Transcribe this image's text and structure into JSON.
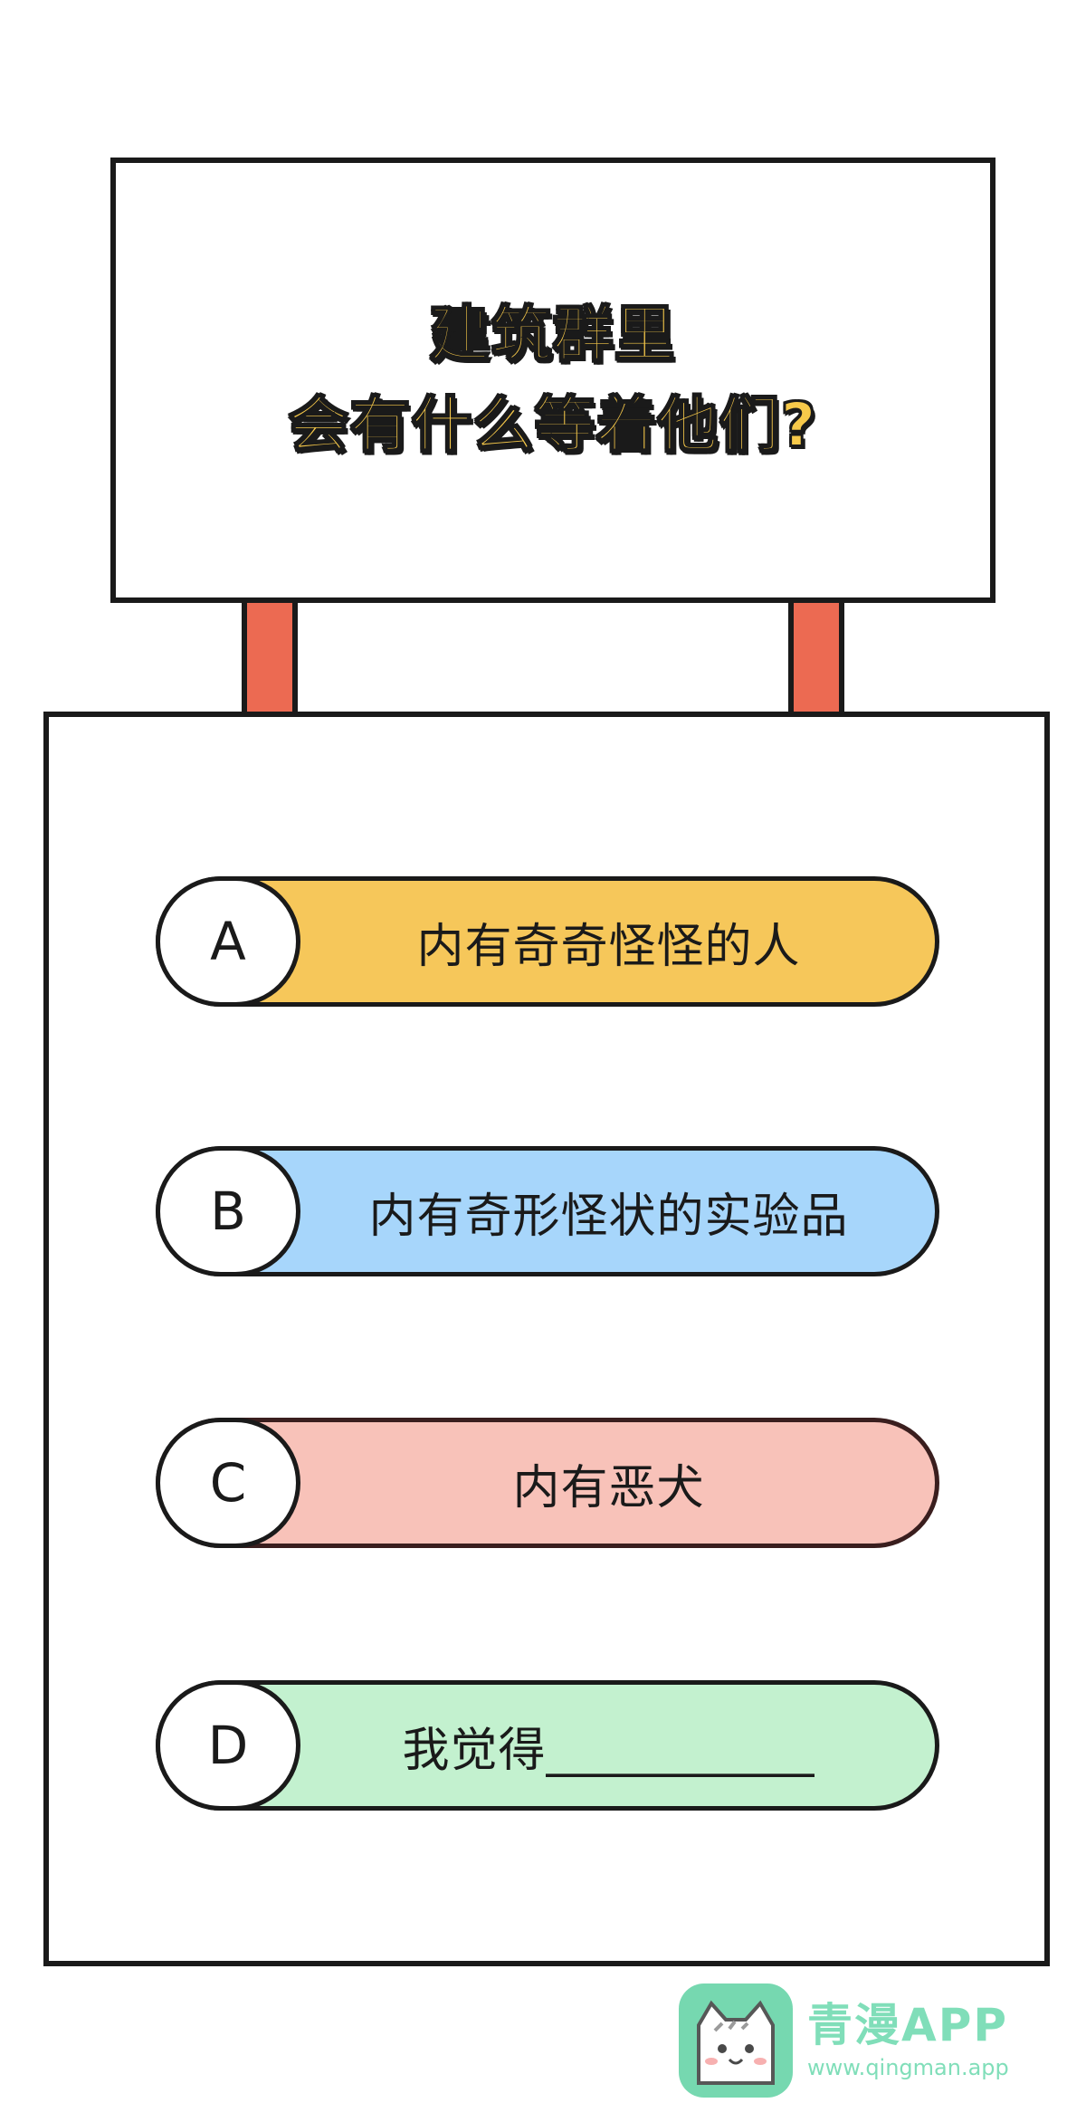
{
  "sign": {
    "line1": "建筑群里",
    "line2": "会有什么等着他们?"
  },
  "options": [
    {
      "letter": "A",
      "text": "内有奇奇怪怪的人",
      "color": "#f6c75a"
    },
    {
      "letter": "B",
      "text": "内有奇形怪状的实验品",
      "color": "#a7d6fb"
    },
    {
      "letter": "C",
      "text": "内有恶犬",
      "color": "#f8c2b9"
    },
    {
      "letter": "D",
      "text": "我觉得___________",
      "color": "#c3f1cf"
    }
  ],
  "colors": {
    "post": "#ec6a52",
    "sign_text": "#f7c94a",
    "outline": "#1a1a1a"
  },
  "watermark": {
    "title": "青漫APP",
    "url": "www.qingman.app",
    "logo_icon": "cat-face-icon"
  }
}
